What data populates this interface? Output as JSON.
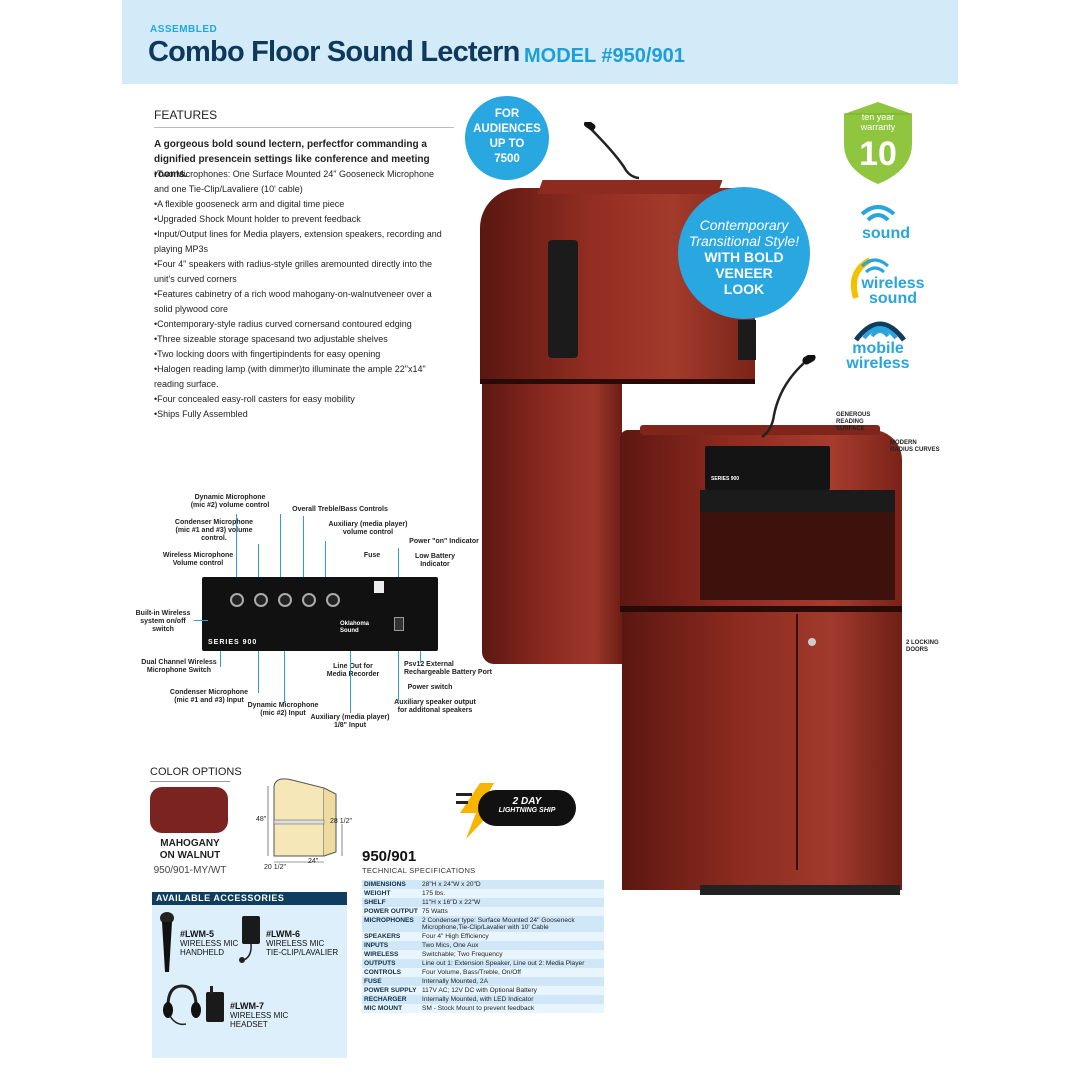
{
  "header": {
    "assembled": "ASSEMBLED",
    "title": "Combo Floor Sound Lectern",
    "model": "MODEL #950/901"
  },
  "features": {
    "heading": "FEATURES",
    "intro": "A gorgeous bold sound lectern, perfectfor commanding a dignified presencein settings like conference and meeting rooms.",
    "items": [
      "Two Microphones: One Surface Mounted 24\" Gooseneck Microphone and one Tie-Clip/Lavaliere (10' cable)",
      "A flexible gooseneck arm and digital time piece",
      "Upgraded Shock Mount holder to prevent feedback",
      "Input/Output lines for Media players, extension speakers, recording and playing MP3s",
      "Four 4\" speakers with radius-style grilles aremounted directly into the unit's curved corners",
      "Features cabinetry of a rich wood mahogany-on-walnutveneer over a solid plywood core",
      "Contemporary-style radius curved cornersand contoured edging",
      "Three sizeable storage spacesand two adjustable shelves",
      "Two locking doors with fingertipindents for easy opening",
      "Halogen reading lamp (with dimmer)to illuminate the ample 22\"x14\" reading surface.",
      "Four concealed easy-roll casters for easy mobility",
      "Ships Fully Assembled"
    ]
  },
  "badges": {
    "audience": [
      "FOR",
      "AUDIENCES",
      "UP TO",
      "7500"
    ],
    "style_italic": [
      "Contemporary",
      "Transitional Style!"
    ],
    "style_bold": [
      "WITH BOLD",
      "VENEER",
      "LOOK"
    ],
    "warranty_top": [
      "ten year",
      "warranty"
    ],
    "warranty_num": "10",
    "sound": "sound",
    "wireless": [
      "wireless",
      "sound"
    ],
    "mobile": [
      "mobile",
      "wireless"
    ]
  },
  "lectern_callouts": {
    "reading": [
      "GENEROUS",
      "READING",
      "SURFACE"
    ],
    "curves": [
      "MODERN",
      "RADIUS CURVES"
    ],
    "doors": [
      "2 LOCKING",
      "DOORS"
    ],
    "panel_label": "SERIES 900"
  },
  "panel": {
    "series": "SERIES",
    "series_num": "900",
    "brand": "Oklahoma Sound",
    "callouts": {
      "dyn_vol": [
        "Dynamic Microphone",
        "(mic #2) volume control"
      ],
      "cond_vol": [
        "Condenser Microphone",
        "(mic #1 and #3) volume",
        "control."
      ],
      "wireless_vol": [
        "Wireless Microphone",
        "Volume control"
      ],
      "builtin": [
        "Built-in Wireless",
        "system on/off",
        "switch"
      ],
      "dual": [
        "Dual Channel Wireless",
        "Microphone Switch"
      ],
      "cond_in": [
        "Condenser Microphone",
        "(mic #1 and #3) Input"
      ],
      "dyn_in": [
        "Dynamic Microphone",
        "(mic #2) Input"
      ],
      "treble": [
        "Overall Treble/Bass Controls"
      ],
      "aux_vol": [
        "Auxiliary (media player)",
        "volume control"
      ],
      "aux_in": [
        "Auxiliary (media player)",
        "1/8\" Input"
      ],
      "line_out": [
        "Line Out for",
        "Media Recorder"
      ],
      "fuse": [
        "Fuse"
      ],
      "power_ind": [
        "Power \"on\" Indicator"
      ],
      "low_batt": [
        "Low Battery Indicator"
      ],
      "psv": [
        "Psv12 External",
        "Rechargeable Battery Port"
      ],
      "power_sw": [
        "Power switch"
      ],
      "aux_spk": [
        "Auxiliary speaker output",
        "for additonal speakers"
      ]
    }
  },
  "color_options": {
    "heading": "COLOR OPTIONS",
    "name": [
      "MAHOGANY",
      "ON WALNUT"
    ],
    "code": "950/901-MY/WT",
    "swatch_color": "#7a2320"
  },
  "dimensions_diagram": {
    "h48": "48\"",
    "h28": "28 1/2\"",
    "w24": "24\"",
    "d20": "20 1/2\""
  },
  "shipping": {
    "line1": "2 DAY",
    "line2": "LIGHTNING SHIP"
  },
  "accessories": {
    "heading": "AVAILABLE ACCESSORIES",
    "items": [
      {
        "code": "#LWM-5",
        "desc": [
          "WIRELESS MIC",
          "HANDHELD"
        ]
      },
      {
        "code": "#LWM-6",
        "desc": [
          "WIRELESS MIC",
          "TIE-CLIP/LAVALIER"
        ]
      },
      {
        "code": "#LWM-7",
        "desc": [
          "WIRELESS MIC",
          "HEADSET"
        ]
      }
    ]
  },
  "specs": {
    "title": "950/901",
    "subtitle": "TECHNICAL SPECIFICATIONS",
    "rows": [
      [
        "DIMENSIONS",
        "28\"H x 24\"W x 20\"D"
      ],
      [
        "WEIGHT",
        "175 lbs."
      ],
      [
        "SHELF",
        "11\"H x 16\"D x 22\"W"
      ],
      [
        "POWER OUTPUT",
        "75 Watts"
      ],
      [
        "MICROPHONES",
        "2 Condenser type: Surface Mounted 24\" Gooseneck Microphone,Tie-Clip/Lavalier with 10' Cable"
      ],
      [
        "SPEAKERS",
        "Four 4\" High Efficiency"
      ],
      [
        "INPUTS",
        "Two Mics, One Aux"
      ],
      [
        "WIRELESS",
        "Switchable; Two Frequency"
      ],
      [
        "OUTPUTS",
        "Line out 1: Extension Speaker, Line out 2: Media Player"
      ],
      [
        "CONTROLS",
        "Four Volume, Bass/Treble, On/Off"
      ],
      [
        "FUSE",
        "Internally Mounted, 2A"
      ],
      [
        "POWER SUPPLY",
        "117V AC; 12V DC with Optional Battery"
      ],
      [
        "RECHARGER",
        "Internally Mounted, with LED Indicator"
      ],
      [
        "MIC MOUNT",
        "SM - Stock Mount to prevent feedback"
      ]
    ]
  }
}
